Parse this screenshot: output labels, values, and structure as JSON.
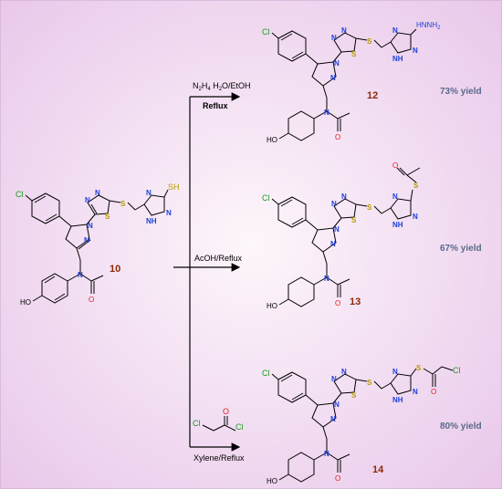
{
  "colors": {
    "background_center": "#fdf6fb",
    "background_edge": "#e9c8ea",
    "bond": "#000000",
    "nitrogen": "#1f3fd6",
    "sulfur": "#b59a00",
    "chlorine": "#1a9a1a",
    "oxygen": "#e02020",
    "compound_number": "#8b2a0a",
    "yield_text": "#5a6a8a"
  },
  "starting_material": {
    "number": "10",
    "atoms": {
      "cl": "Cl",
      "n": "N",
      "s": "S",
      "sh": "SH",
      "nh": "NH",
      "o": "O",
      "ho": "HO"
    }
  },
  "conditions": {
    "top": {
      "reagent_prefix": "N",
      "reagent_sub1": "2",
      "reagent_mid": "H",
      "reagent_sub2": "4",
      "reagent_suffix": " H",
      "reagent_sub3": "2",
      "reagent_end": "O/EtOH",
      "label": "Reflux"
    },
    "middle": {
      "label": "AcOH/Reflux"
    },
    "bottom": {
      "label": "Xylene/Reflux",
      "reagent_cl": "Cl",
      "reagent_o": "O"
    }
  },
  "products": [
    {
      "number": "12",
      "yield": "73% yield",
      "substituent": "HNNH",
      "sub_index": "2"
    },
    {
      "number": "13",
      "yield": "67% yield",
      "substituent": "S"
    },
    {
      "number": "14",
      "yield": "80% yield",
      "substituent": "S"
    }
  ]
}
